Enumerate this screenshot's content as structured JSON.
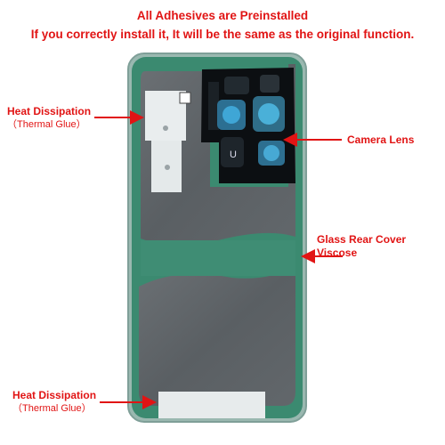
{
  "header": {
    "line1": "All Adhesives are Preinstalled",
    "line2": "If you correctly install it, It will be the same as the original function."
  },
  "callouts": {
    "heat_top": {
      "title": "Heat Dissipation",
      "sub": "（Thermal Glue）"
    },
    "camera": {
      "title": "Camera Lens"
    },
    "viscose": {
      "title": "Glass Rear Cover Viscose"
    },
    "heat_bottom": {
      "title": "Heat Dissipation",
      "sub": "（Thermal Glue）"
    }
  },
  "colors": {
    "annotation": "#e11414",
    "adhesive_green": "#3b8a70",
    "glass_gray": "#5d6266"
  }
}
